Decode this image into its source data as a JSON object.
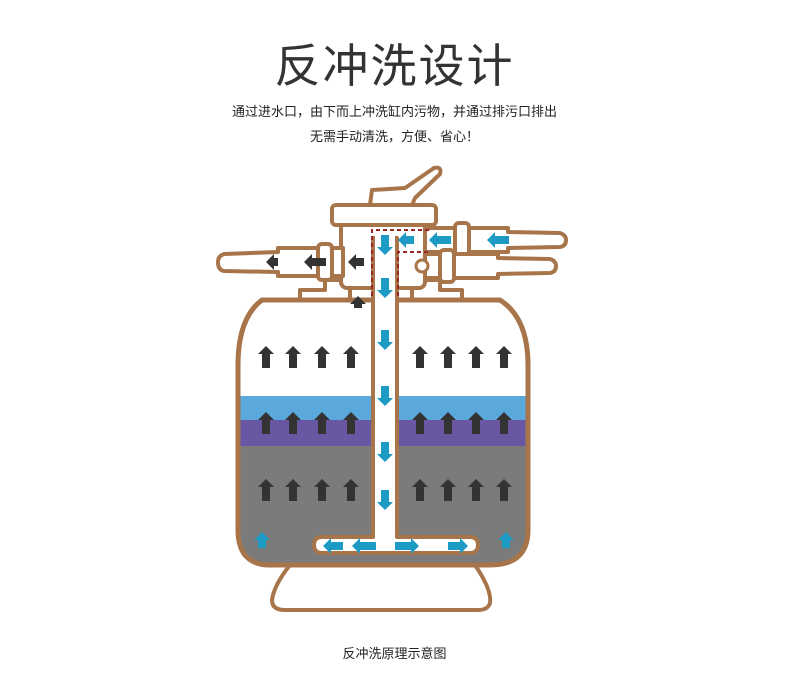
{
  "title": "反冲洗设计",
  "description": {
    "line1": "通过进水口，由下而上冲洗缸内污物，并通过排污口排出",
    "line2": "无需手动清洗，方便、省心！"
  },
  "caption": "反冲洗原理示意图",
  "colors": {
    "outline": "#a8744a",
    "water_blue": "#5aa8dc",
    "media_purple": "#6a57a3",
    "sand_gray": "#7b7b7b",
    "arrow_dark": "#333333",
    "arrow_blue": "#1e9bc5",
    "valve_dash": "#9b2525"
  },
  "icons": {
    "up_arrow": "dark-up-arrow-icon",
    "down_arrow": "blue-down-arrow-icon",
    "left_arrow": "left-arrow-icon",
    "right_arrow": "right-arrow-icon"
  }
}
